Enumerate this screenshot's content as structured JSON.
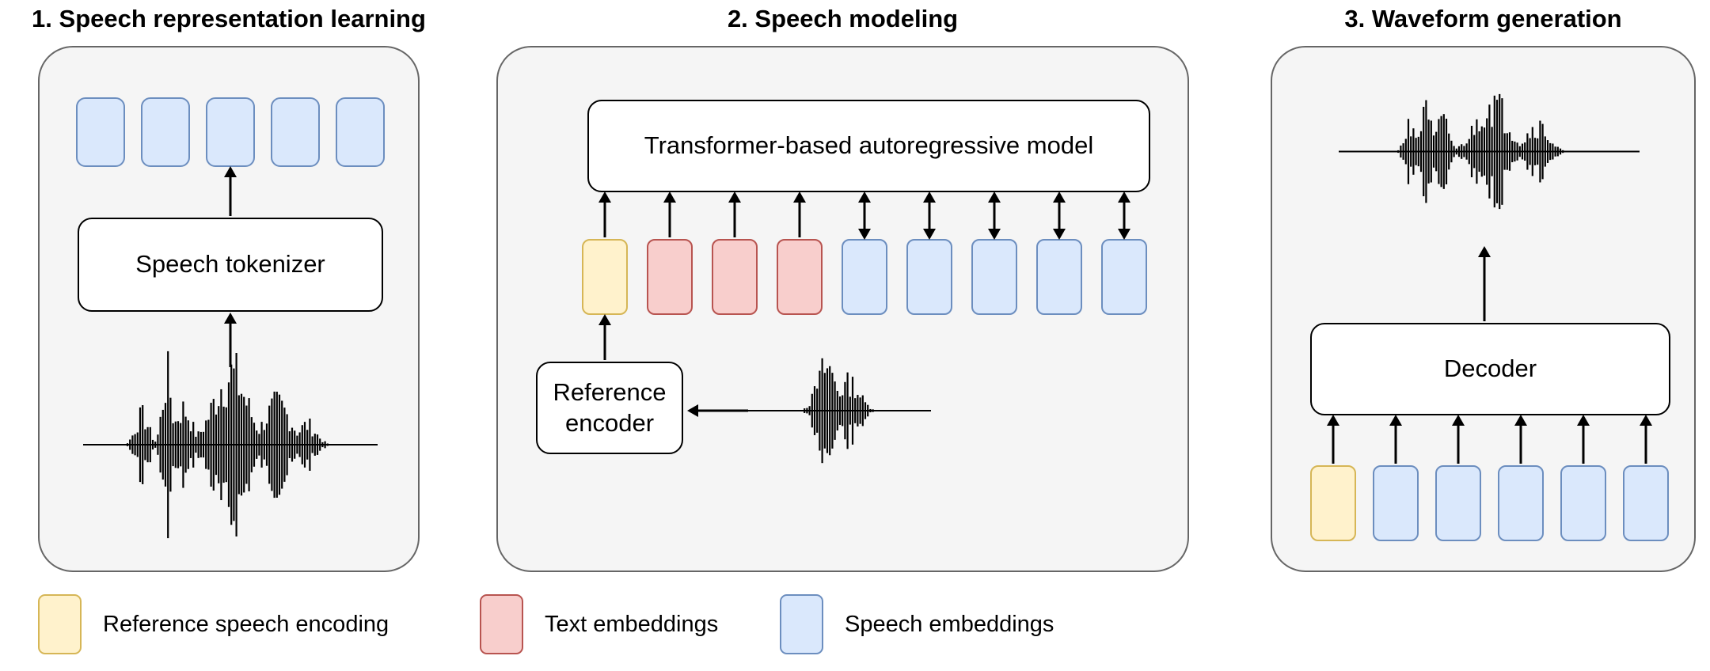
{
  "panel1": {
    "title": "1. Speech representation learning",
    "tokens": [
      "speech",
      "speech",
      "speech",
      "speech",
      "speech"
    ],
    "tokenizer_label": "Speech tokenizer"
  },
  "panel2": {
    "title": "2. Speech modeling",
    "model_label": "Transformer-based autoregressive model",
    "encoder_label": "Reference encoder",
    "tokens": [
      {
        "type": "reference",
        "arrow": "up"
      },
      {
        "type": "text",
        "arrow": "up"
      },
      {
        "type": "text",
        "arrow": "up"
      },
      {
        "type": "text",
        "arrow": "up"
      },
      {
        "type": "speech",
        "arrow": "double"
      },
      {
        "type": "speech",
        "arrow": "double"
      },
      {
        "type": "speech",
        "arrow": "double"
      },
      {
        "type": "speech",
        "arrow": "double"
      },
      {
        "type": "speech",
        "arrow": "double"
      }
    ]
  },
  "panel3": {
    "title": "3. Waveform generation",
    "decoder_label": "Decoder",
    "tokens": [
      "reference",
      "speech",
      "speech",
      "speech",
      "speech",
      "speech"
    ]
  },
  "legend": [
    {
      "type": "reference",
      "label": "Reference speech encoding"
    },
    {
      "type": "text",
      "label": "Text embeddings"
    },
    {
      "type": "speech",
      "label": "Speech embeddings"
    }
  ],
  "colors": {
    "reference_fill": "#fff2cc",
    "reference_border": "#d6b656",
    "text_fill": "#f8cecc",
    "text_border": "#b85450",
    "speech_fill": "#dae8fc",
    "speech_border": "#6c8ebf",
    "panel_fill": "#f5f5f5",
    "panel_border": "#666666"
  }
}
